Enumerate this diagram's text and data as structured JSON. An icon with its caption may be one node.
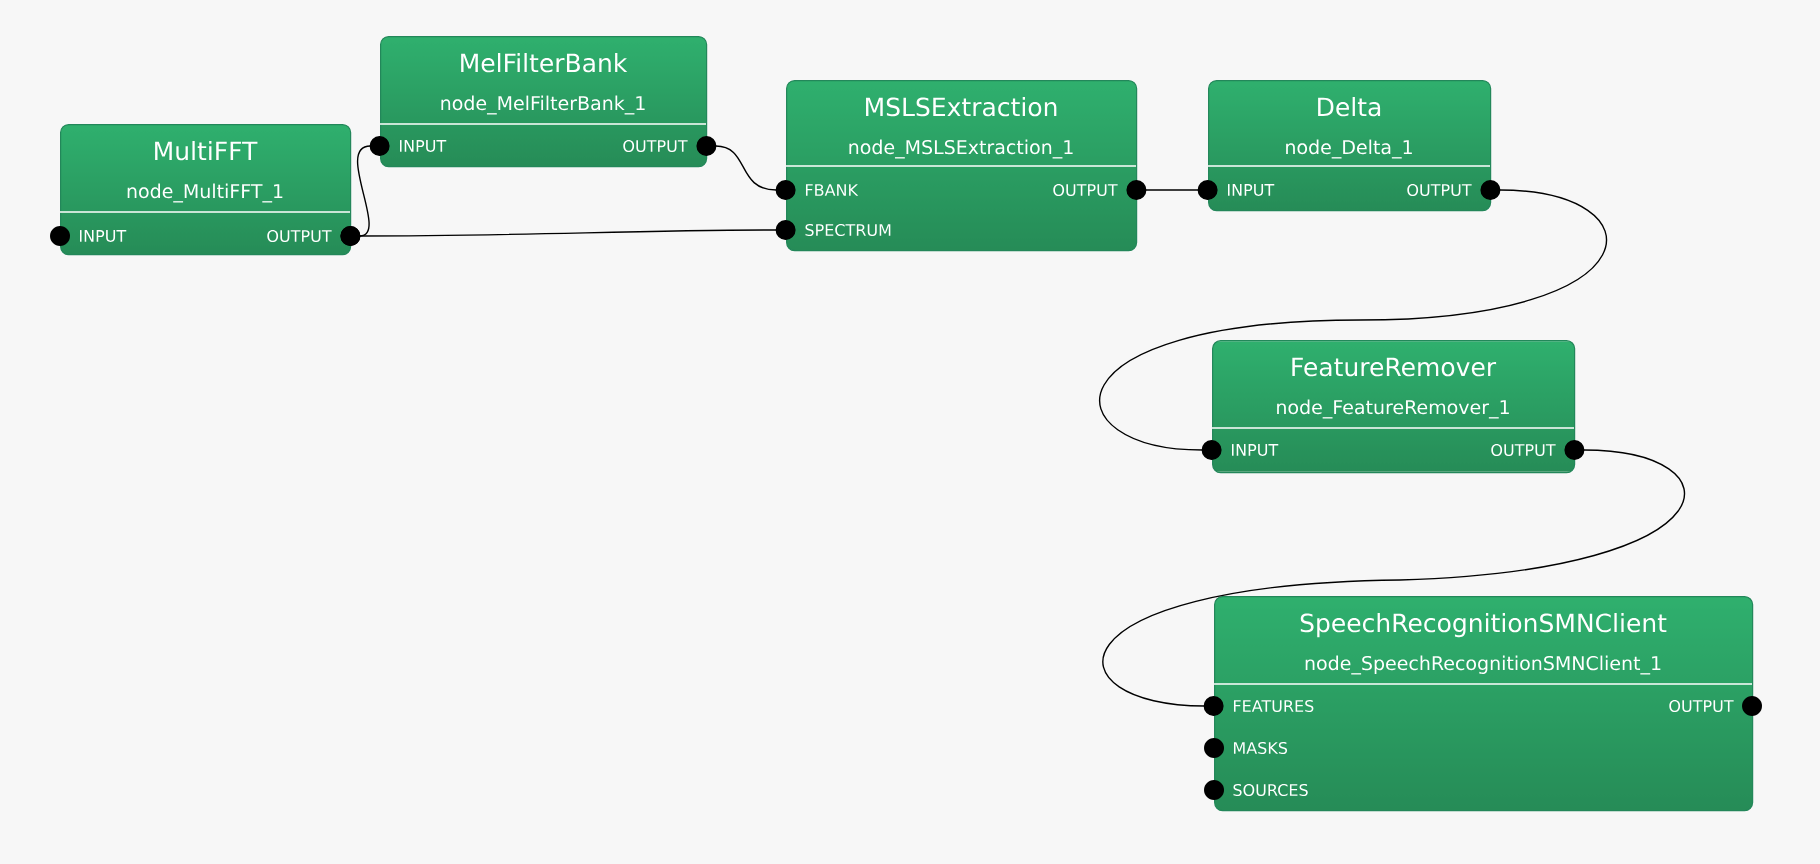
{
  "diagram": {
    "nodes": [
      {
        "text": [
          "MultiFFT",
          "node_MultiFFT_1"
        ]
      },
      {
        "text": [
          "INPUT"
        ],
        "in": 0
      },
      {
        "text": [
          "OUTPUT"
        ],
        "in": 0
      },
      {
        "text": [
          "MelFilterBank",
          "node_MelFilterBank_1"
        ]
      },
      {
        "text": [
          "INPUT"
        ],
        "in": 3
      },
      {
        "text": [
          "OUTPUT"
        ],
        "in": 3
      },
      {
        "text": [
          "MSLSExtraction",
          "node_MSLSExtraction_1"
        ]
      },
      {
        "text": [
          "FBANK"
        ],
        "in": 6
      },
      {
        "text": [
          "SPECTRUM"
        ],
        "in": 6
      },
      {
        "text": [
          "OUTPUT"
        ],
        "in": 6
      },
      {
        "text": [
          "Delta",
          "node_Delta_1"
        ]
      },
      {
        "text": [
          "INPUT"
        ],
        "in": 10
      },
      {
        "text": [
          "OUTPUT"
        ],
        "in": 10
      },
      {
        "text": [
          "FeatureRemover",
          "node_FeatureRemover_1"
        ]
      },
      {
        "text": [
          "INPUT"
        ],
        "in": 13
      },
      {
        "text": [
          "OUTPUT"
        ],
        "in": 13
      },
      {
        "text": [
          "SpeechRecognitionSMNClient",
          "node_SpeechRecognitionSMNClient_1"
        ]
      },
      {
        "text": [
          "FEATURES"
        ],
        "in": 16
      },
      {
        "text": [
          "MASKS"
        ],
        "in": 16
      },
      {
        "text": [
          "SOURCES"
        ],
        "in": 16
      },
      {
        "text": [
          "OUTPUT"
        ],
        "in": 16
      }
    ],
    "edges": [
      {
        "from": 2,
        "to": 4,
        "arrow": "other"
      },
      {
        "from": 2,
        "to": 8,
        "arrow": "other"
      },
      {
        "from": 5,
        "to": 7,
        "arrow": "other"
      },
      {
        "from": 9,
        "to": 11,
        "arrow": "other"
      },
      {
        "from": 12,
        "to": 14,
        "arrow": "other"
      },
      {
        "from": 15,
        "to": 17,
        "arrow": "other"
      }
    ]
  }
}
